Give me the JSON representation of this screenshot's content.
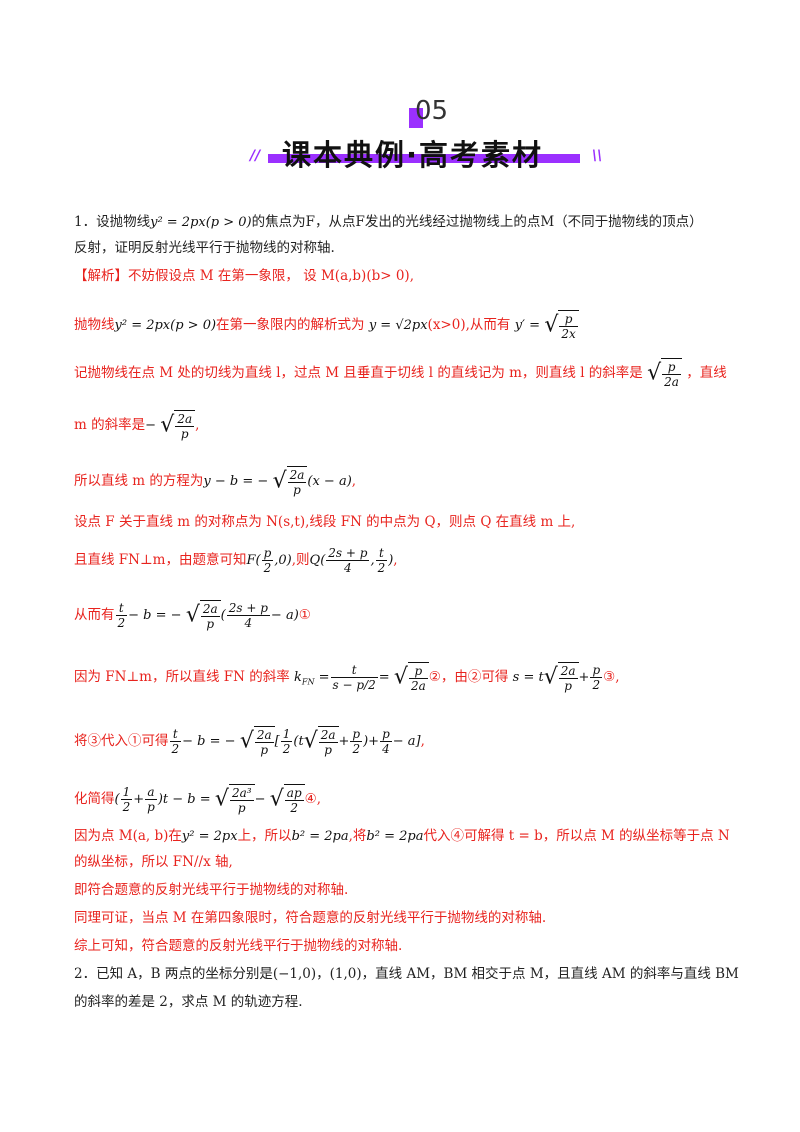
{
  "banner": {
    "number": "05",
    "title": "课本典例·高考素材",
    "left_marks": "//",
    "right_marks": "\\\\"
  },
  "q1": {
    "num": "1．设抛物线",
    "eq1": "y² = 2px(p > 0)",
    "t1": "的焦点为F，从点F发出的光线经过抛物线上的点M（不同于抛物线的顶点）",
    "t2": "反射，证明反射光线平行于抛物线的对称轴."
  },
  "sol": {
    "l1": "【解析】不妨假设点 M 在第一象限，  设 M(a,b)(b> 0),",
    "l2a": "抛物线",
    "l2eq": "y² = 2px(p > 0)",
    "l2b": "在第一象限内的解析式为",
    "l2eq2": "y = √2px",
    "l2c": "(x>0),从而有",
    "l2eq3": "y′ =",
    "l3": "记抛物线在点 M 处的切线为直线 l，过点 M 且垂直于切线 l 的直线记为 m，则直线 l 的斜率是",
    "l3end": "，直线",
    "l4": "m 的斜率是",
    "l5": "所以直线 m 的方程为",
    "l6": "设点 F 关于直线 m 的对称点为 N(s,t),线段 FN 的中点为 Q，则点 Q 在直线 m 上,",
    "l7": "且直线 FN⊥m，由题意可知",
    "l7b": ",则",
    "l8": "从而有",
    "l8end": "①",
    "l9": "因为 FN⊥m，所以直线 FN 的斜率",
    "l9b": "②，由②可得",
    "l9c": "③,",
    "l10": "将③代入①可得",
    "l11": "化简得",
    "l11end": "④,",
    "l12a": "因为点 M(a, b)在",
    "l12b": "上，所以",
    "l12c": ",将",
    "l12d": "代入④可解得 t = b，所以点 M 的纵坐标等于点 N",
    "l13": "的纵坐标，所以 FN//x 轴,",
    "l14": "即符合题意的反射光线平行于抛物线的对称轴.",
    "l15": "同理可证，当点 M 在第四象限时，符合题意的反射光线平行于抛物线的对称轴.",
    "l16": "综上可知，符合题意的反射光线平行于抛物线的对称轴."
  },
  "q2": {
    "l1": "2．已知 A，B 两点的坐标分别是(−1,0)，(1,0)，直线 AM，BM 相交于点 M，且直线 AM 的斜率与直线 BM",
    "l2": "的斜率的差是 2，求点 M 的轨迹方程."
  }
}
